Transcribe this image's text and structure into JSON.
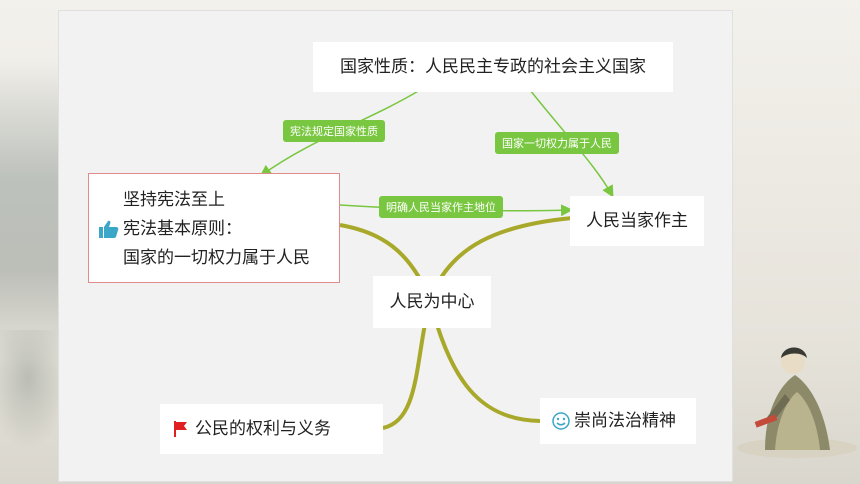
{
  "nodes": {
    "top": "国家性质：人民民主专政的社会主义国家",
    "left_line1": "坚持宪法至上",
    "left_line2": "宪法基本原则：",
    "left_line3": "国家的一切权力属于人民",
    "right": "人民当家作主",
    "center": "人民为中心",
    "bottom_left": "公民的权利与义务",
    "bottom_right": "崇尚法治精神"
  },
  "links": {
    "top_to_left": "宪法规定国家性质",
    "top_to_right": "国家一切权力属于人民",
    "left_to_right": "明确人民当家作主地位"
  },
  "colors": {
    "branch": "#a8a82a",
    "link": "#79c740",
    "left_border": "#e08a8a",
    "thumb_icon": "#3aa6c8",
    "flag_icon": "#e02020",
    "smile_icon": "#3aa6c8"
  },
  "icons": {
    "left": "thumbs-up-icon",
    "bottom_left": "red-flag-icon",
    "bottom_right": "smile-icon"
  }
}
